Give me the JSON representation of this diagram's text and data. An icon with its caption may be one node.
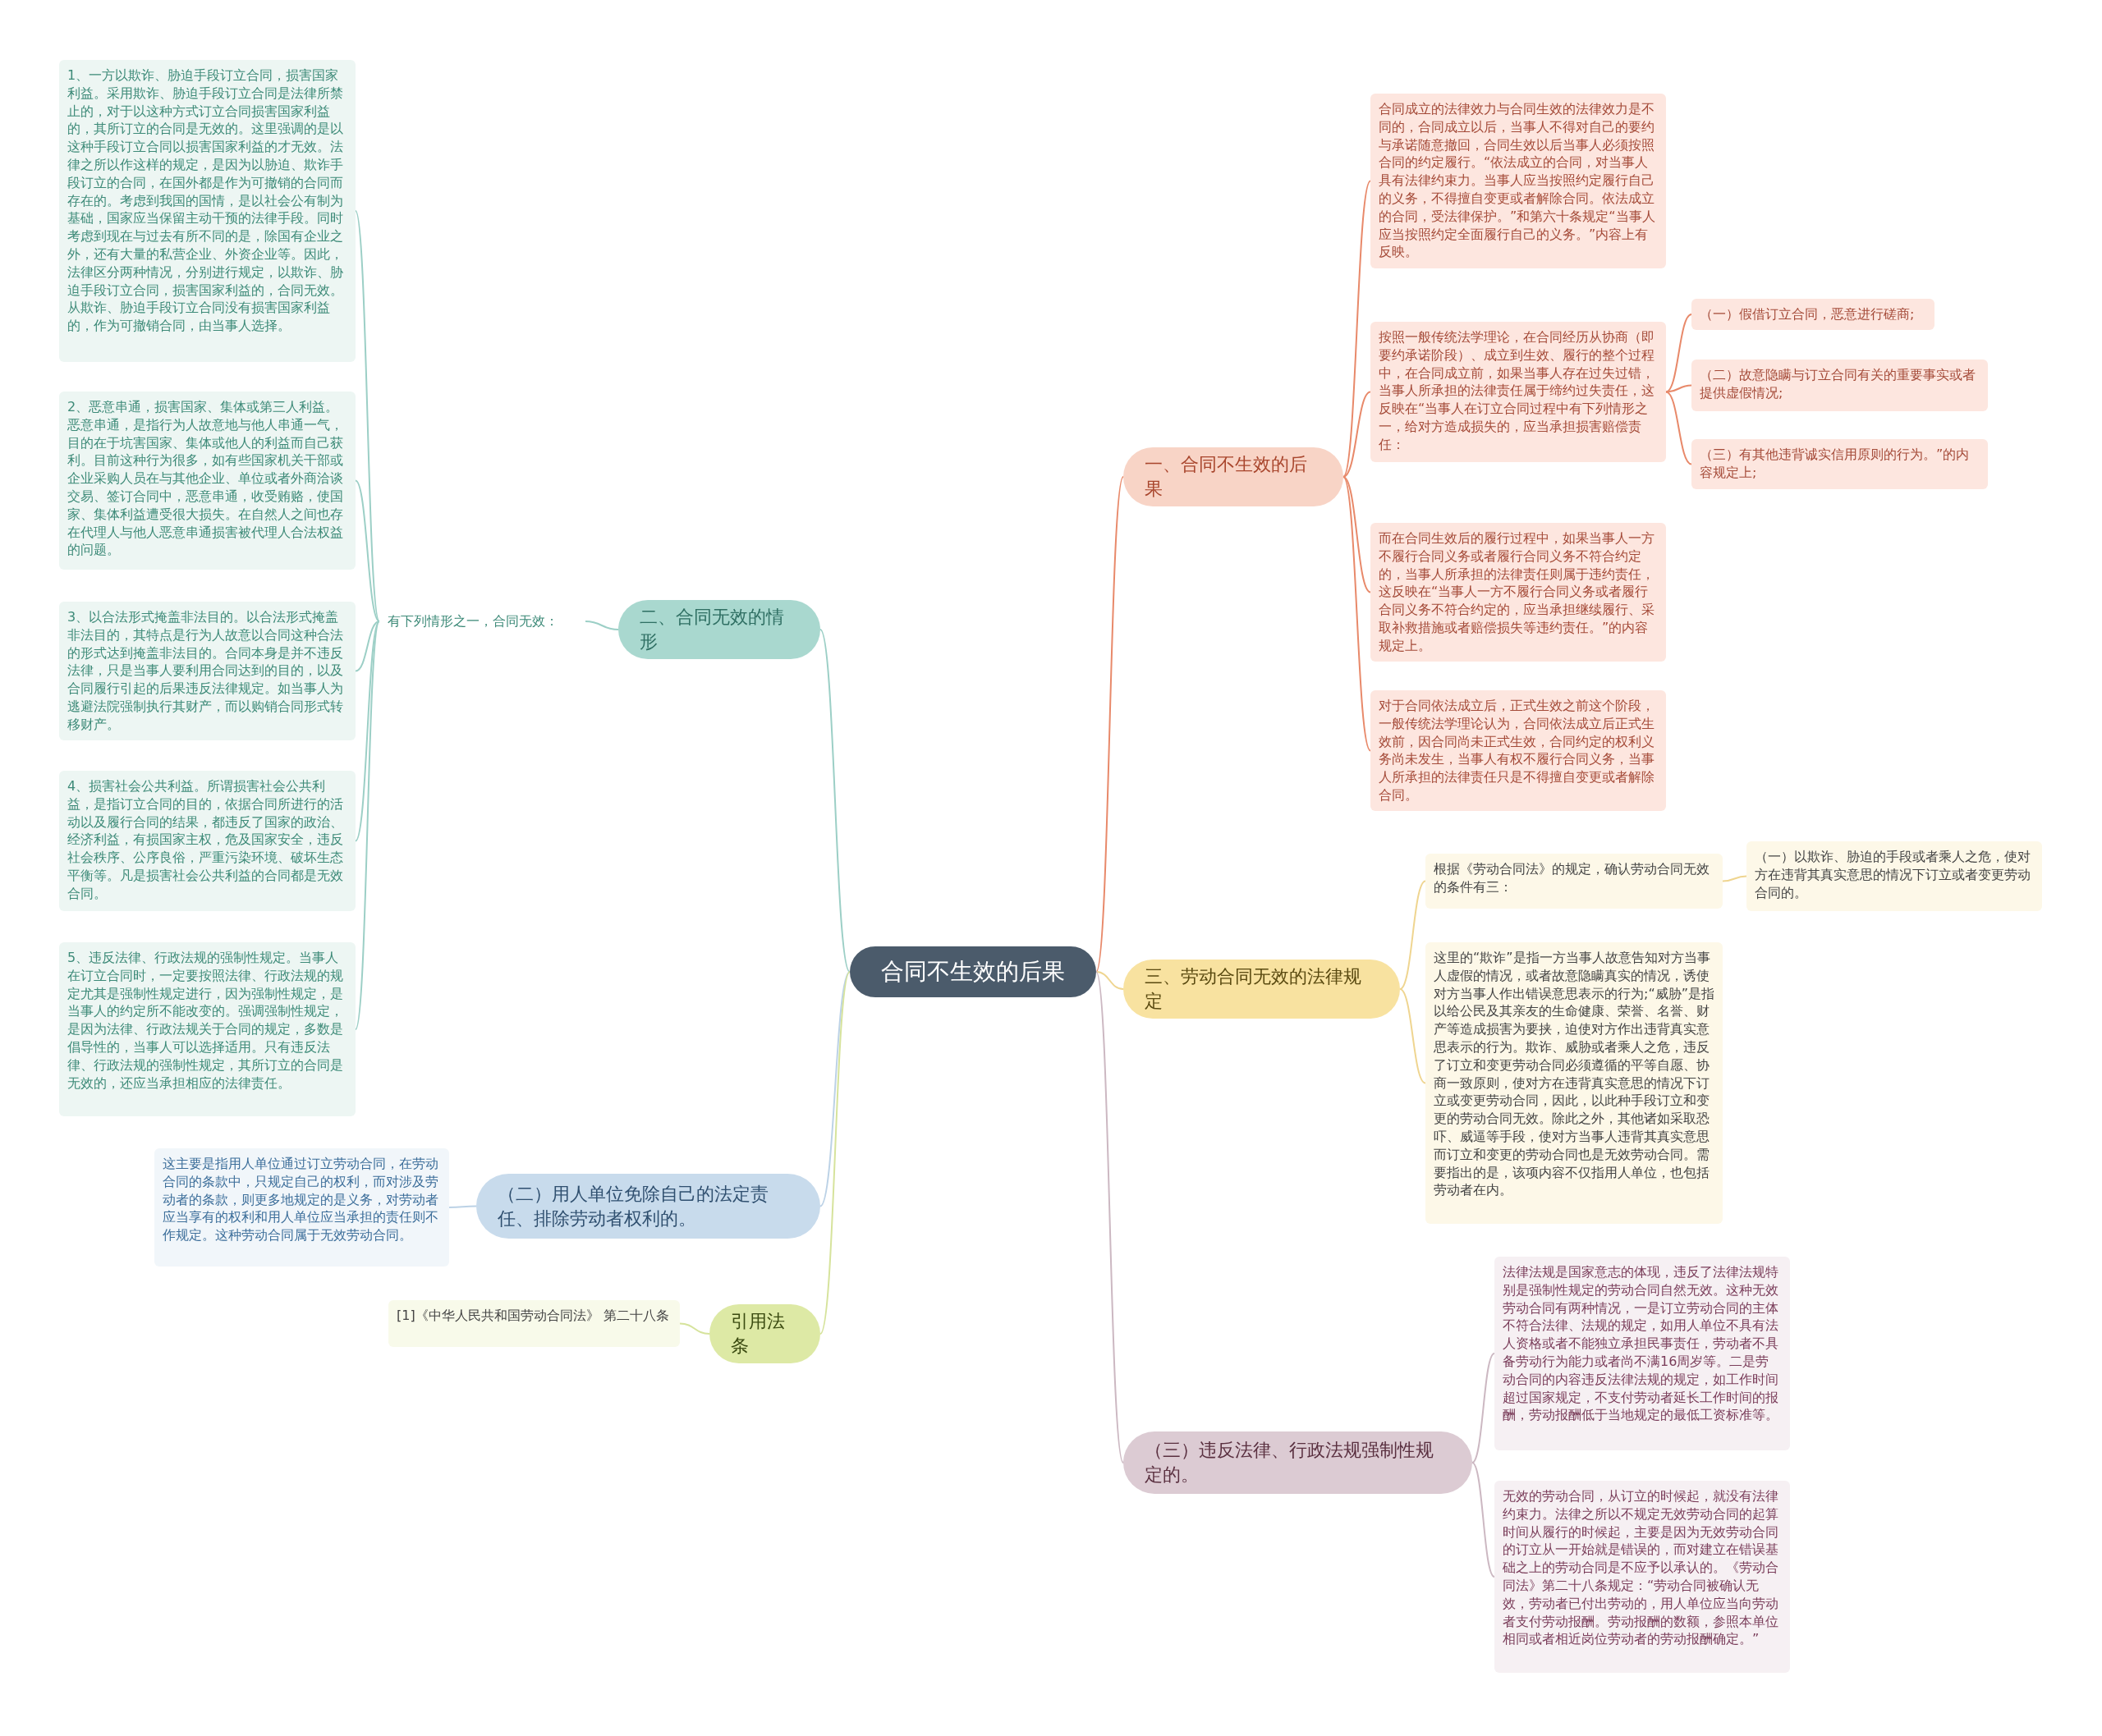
{
  "diagram": {
    "nodes": [
      {
        "text": [
          "合同不生效的后果"
        ]
      },
      {
        "text": [
          "一、合同不生效的后果"
        ]
      },
      {
        "text": [
          "合同成立的法律效力与合同生效的法律效力是不同的，合同成立以后，当事人不得对自己的要约与承诺随意撤回，合同生效以后当事人必须按照合同的约定履行。“依法成立的合同，对当事人具有法律约束力。当事人应当按照约定履行自己的义务，不得擅自变更或者解除合同。依法成立的合同，受法律保护。”和第六十条规定“当事人应当按照约定全面履行自己的义务。”内容上有反映。"
        ]
      },
      {
        "text": [
          "按照一般传统法学理论，在合同经历从协商（即要约承诺阶段）、成立到生效、履行的整个过程中，在合同成立前，如果当事人存在过失过错，当事人所承担的法律责任属于缔约过失责任，这反映在“当事人在订立合同过程中有下列情形之一，给对方造成损失的，应当承担损害赔偿责任："
        ]
      },
      {
        "text": [
          "（一）假借订立合同，恶意进行磋商;"
        ]
      },
      {
        "text": [
          "（二）故意隐瞒与订立合同有关的重要事实或者提供虚假情况;"
        ]
      },
      {
        "text": [
          "（三）有其他违背诚实信用原则的行为。”的内容规定上;"
        ]
      },
      {
        "text": [
          "而在合同生效后的履行过程中，如果当事人一方不履行合同义务或者履行合同义务不符合约定的，当事人所承担的法律责任则属于违约责任，这反映在“当事人一方不履行合同义务或者履行合同义务不符合约定的，应当承担继续履行、采取补救措施或者赔偿损失等违约责任。”的内容规定上。"
        ]
      },
      {
        "text": [
          "对于合同依法成立后，正式生效之前这个阶段，一般传统法学理论认为，合同依法成立后正式生效前，因合同尚未正式生效，合同约定的权利义务尚未发生，当事人有权不履行合同义务，当事人所承担的法律责任只是不得擅自变更或者解除合同。"
        ]
      },
      {
        "text": [
          "二、合同无效的情形"
        ]
      },
      {
        "text": [
          "有下列情形之一，合同无效："
        ]
      },
      {
        "text": [
          "1、一方以欺诈、胁迫手段订立合同，损害国家利益。采用欺诈、胁迫手段订立合同是法律所禁止的，对于以这种方式订立合同损害国家利益的，其所订立的合同是无效的。这里强调的是以这种手段订立合同以损害国家利益的才无效。法律之所以作这样的规定，是因为以胁迫、欺诈手段订立的合同，在国外都是作为可撤销的合同而存在的。考虑到我国的国情，是以社会公有制为基础，国家应当保留主动干预的法律手段。同时考虑到现在与过去有所不同的是，除国有企业之外，还有大量的私营企业、外资企业等。因此，法律区分两种情况，分别进行规定，以欺诈、胁迫手段订立合同，损害国家利益的，合同无效。从欺诈、胁迫手段订立合同没有损害国家利益的，作为可撤销合同，由当事人选择。"
        ]
      },
      {
        "text": [
          "2、恶意串通，损害国家、集体或第三人利益。恶意串通，是指行为人故意地与他人串通一气，目的在于坑害国家、集体或他人的利益而自己获利。目前这种行为很多，如有些国家机关干部或企业采购人员在与其他企业、单位或者外商洽谈交易、签订合同中，恶意串通，收受贿赂，使国家、集体利益遭受很大损失。在自然人之间也存在代理人与他人恶意串通损害被代理人合法权益的问题。"
        ]
      },
      {
        "text": [
          "3、以合法形式掩盖非法目的。以合法形式掩盖非法目的，其特点是行为人故意以合同这种合法的形式达到掩盖非法目的。合同本身是并不违反法律，只是当事人要利用合同达到的目的，以及合同履行引起的后果违反法律规定。如当事人为逃避法院强制执行其财产，而以购销合同形式转移财产。"
        ]
      },
      {
        "text": [
          "4、损害社会公共利益。所谓损害社会公共利益，是指订立合同的目的，依据合同所进行的活动以及履行合同的结果，都违反了国家的政治、经济利益，有损国家主权，危及国家安全，违反社会秩序、公序良俗，严重污染环境、破坏生态平衡等。凡是损害社会公共利益的合同都是无效合同。"
        ]
      },
      {
        "text": [
          "5、违反法律、行政法规的强制性规定。当事人在订立合同时，一定要按照法律、行政法规的规定尤其是强制性规定进行，因为强制性规定，是当事人的约定所不能改变的。强调强制性规定，是因为法律、行政法规关于合同的规定，多数是倡导性的，当事人可以选择适用。只有违反法律、行政法规的强制性规定，其所订立的合同是无效的，还应当承担相应的法律责任。"
        ]
      },
      {
        "text": [
          "三、劳动合同无效的法律规定"
        ]
      },
      {
        "text": [
          "根据《劳动合同法》的规定，确认劳动合同无效的条件有三："
        ]
      },
      {
        "text": [
          "（一）以欺诈、胁迫的手段或者乘人之危，使对方在违背其真实意思的情况下订立或者变更劳动合同的。"
        ]
      },
      {
        "text": [
          "这里的“欺诈”是指一方当事人故意告知对方当事人虚假的情况，或者故意隐瞒真实的情况，诱使对方当事人作出错误意思表示的行为;“威胁”是指以给公民及其亲友的生命健康、荣誉、名誉、财产等造成损害为要挟，迫使对方作出违背真实意思表示的行为。欺诈、威胁或者乘人之危，违反了订立和变更劳动合同必须遵循的平等自愿、协商一致原则，使对方在违背真实意思的情况下订立或变更劳动合同，因此，以此种手段订立和变更的劳动合同无效。除此之外，其他诸如采取恐吓、威逼等手段，使对方当事人违背其真实意思而订立和变更的劳动合同也是无效劳动合同。需要指出的是，该项内容不仅指用人单位，也包括劳动者在内。"
        ]
      },
      {
        "text": [
          "（二）用人单位免除自己的法定责任、排除劳动者权利的。"
        ]
      },
      {
        "text": [
          "这主要是指用人单位通过订立劳动合同，在劳动合同的条款中，只规定自己的权利，而对涉及劳动者的条款，则更多地规定的是义务，对劳动者应当享有的权利和用人单位应当承担的责任则不作规定。这种劳动合同属于无效劳动合同。"
        ]
      },
      {
        "text": [
          "引用法条"
        ]
      },
      {
        "text": [
          "[1]《中华人民共和国劳动合同法》 第二十八条"
        ]
      },
      {
        "text": [
          "（三）违反法律、行政法规强制性规定的。"
        ]
      },
      {
        "text": [
          "法律法规是国家意志的体现，违反了法律法规特别是强制性规定的劳动合同自然无效。这种无效劳动合同有两种情况，一是订立劳动合同的主体不符合法律、法规的规定，如用人单位不具有法人资格或者不能独立承担民事责任，劳动者不具备劳动行为能力或者尚不满16周岁等。二是劳动合同的内容违反法律法规的规定，如工作时间超过国家规定，不支付劳动者延长工作时间的报酬，劳动报酬低于当地规定的最低工资标准等。"
        ]
      },
      {
        "text": [
          "无效的劳动合同，从订立的时候起，就没有法律约束力。法律之所以不规定无效劳动合同的起算时间从履行的时候起，主要是因为无效劳动合同的订立从一开始就是错误的，而对建立在错误基础之上的劳动合同是不应予以承认的。《劳动合同法》第二十八条规定：“劳动合同被确认无效，劳动者已付出劳动的，用人单位应当向劳动者支付劳动报酬。劳动报酬的数额，参照本单位相同或者相近岗位劳动者的劳动报酬确定。”"
        ]
      }
    ],
    "edges": [
      {
        "from": 0,
        "to": 1,
        "arrow": "none",
        "color": "#e8896a"
      },
      {
        "from": 1,
        "to": 2,
        "arrow": "none",
        "color": "#e8896a"
      },
      {
        "from": 1,
        "to": 3,
        "arrow": "none",
        "color": "#e8896a"
      },
      {
        "from": 3,
        "to": 4,
        "arrow": "none",
        "color": "#e8896a"
      },
      {
        "from": 3,
        "to": 5,
        "arrow": "none",
        "color": "#e8896a"
      },
      {
        "from": 3,
        "to": 6,
        "arrow": "none",
        "color": "#e8896a"
      },
      {
        "from": 1,
        "to": 7,
        "arrow": "none",
        "color": "#e8896a"
      },
      {
        "from": 1,
        "to": 8,
        "arrow": "none",
        "color": "#e8896a"
      },
      {
        "from": 0,
        "to": 9,
        "arrow": "none",
        "color": "#9ccfc6"
      },
      {
        "from": 9,
        "to": 10,
        "arrow": "none",
        "color": "#9ccfc6"
      },
      {
        "from": 10,
        "to": 11,
        "arrow": "none",
        "color": "#9ccfc6"
      },
      {
        "from": 10,
        "to": 12,
        "arrow": "none",
        "color": "#9ccfc6"
      },
      {
        "from": 10,
        "to": 13,
        "arrow": "none",
        "color": "#9ccfc6"
      },
      {
        "from": 10,
        "to": 14,
        "arrow": "none",
        "color": "#9ccfc6"
      },
      {
        "from": 10,
        "to": 15,
        "arrow": "none",
        "color": "#9ccfc6"
      },
      {
        "from": 0,
        "to": 16,
        "arrow": "none",
        "color": "#efd590"
      },
      {
        "from": 16,
        "to": 17,
        "arrow": "none",
        "color": "#efd590"
      },
      {
        "from": 17,
        "to": 18,
        "arrow": "none",
        "color": "#efd590"
      },
      {
        "from": 16,
        "to": 19,
        "arrow": "none",
        "color": "#efd590"
      },
      {
        "from": 0,
        "to": 20,
        "arrow": "none",
        "color": "#bcd2e6"
      },
      {
        "from": 20,
        "to": 21,
        "arrow": "none",
        "color": "#bcd2e6"
      },
      {
        "from": 0,
        "to": 22,
        "arrow": "none",
        "color": "#d6e39c"
      },
      {
        "from": 22,
        "to": 23,
        "arrow": "none",
        "color": "#d6e39c"
      },
      {
        "from": 0,
        "to": 24,
        "arrow": "none",
        "color": "#ccb8c2"
      },
      {
        "from": 24,
        "to": 25,
        "arrow": "none",
        "color": "#ccb8c2"
      },
      {
        "from": 24,
        "to": 26,
        "arrow": "none",
        "color": "#ccb8c2"
      }
    ]
  }
}
